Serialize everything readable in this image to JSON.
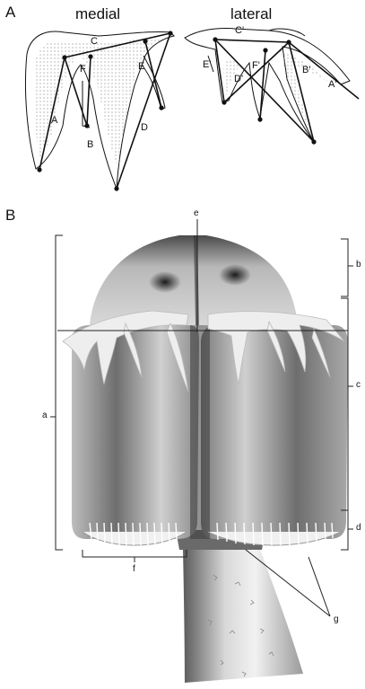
{
  "panel_a": {
    "letter": "A",
    "medial": {
      "title": "medial",
      "labels": {
        "a": "A",
        "b": "B",
        "c": "C",
        "d": "D",
        "e": "E",
        "f": "F"
      }
    },
    "lateral": {
      "title": "lateral",
      "labels": {
        "a": "A'",
        "b": "B'",
        "c": "C'",
        "d": "D'",
        "e": "E'",
        "f": "F'"
      }
    }
  },
  "panel_b": {
    "letter": "B",
    "labels": {
      "a": "a",
      "b": "b",
      "c": "c",
      "d": "d",
      "e": "e",
      "f": "f",
      "g": "g"
    }
  },
  "colors": {
    "line": "#111111",
    "stipple": "#9a9a9a",
    "tissue_light": "#e6e6e6",
    "tissue_dark": "#4a4a4a"
  }
}
